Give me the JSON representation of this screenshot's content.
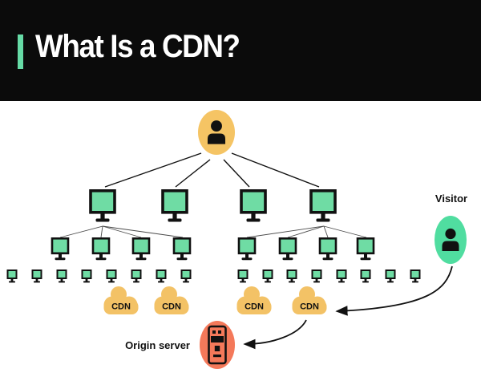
{
  "slide": {
    "title": "What Is a CDN?"
  },
  "diagram": {
    "visitor_label": "Visitor",
    "origin_server_label": "Origin server",
    "cdn_clouds": [
      {
        "label": "CDN"
      },
      {
        "label": "CDN"
      },
      {
        "label": "CDN"
      },
      {
        "label": "CDN"
      }
    ],
    "colors": {
      "header_bg": "#0b0b0b",
      "accent_bar": "#66dba6",
      "user_node": "#f5c464",
      "monitor_screen": "#6fdca4",
      "cdn_cloud": "#f3c266",
      "visitor_node": "#50dda0",
      "origin_node": "#f4795a"
    },
    "structure": {
      "root_user_count": 1,
      "tier1_monitor_count": 4,
      "tier2_monitor_count": 8,
      "tier3_monitor_count": 16,
      "cdn_cloud_count": 4
    }
  }
}
